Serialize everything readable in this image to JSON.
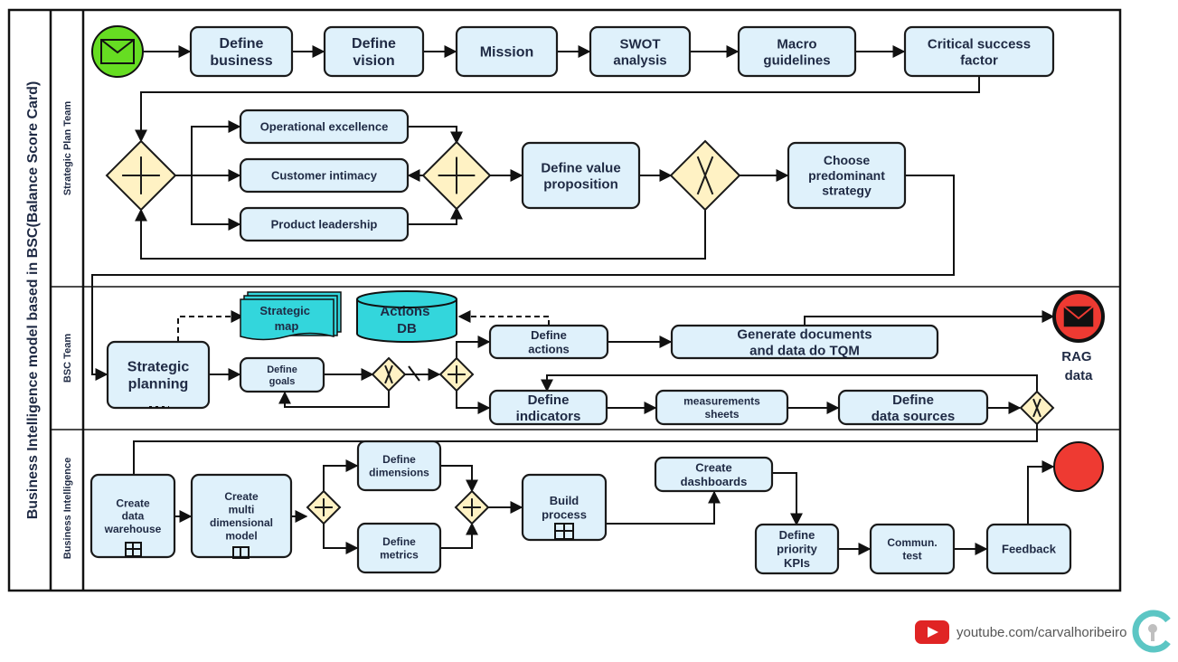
{
  "pool": {
    "title": "Business Intelligence model based in BSC(Balance Score Card)"
  },
  "lanes": {
    "strategic": "Strategic Plan Team",
    "bsc": "BSC Team",
    "bi": "Business Intelligence"
  },
  "tasks": {
    "define_business": [
      "Define",
      "business"
    ],
    "define_vision": [
      "Define",
      "vision"
    ],
    "mission": [
      "Mission"
    ],
    "swot": [
      "SWOT",
      "analysis"
    ],
    "macro": [
      "Macro",
      "guidelines"
    ],
    "critical": [
      "Critical success",
      "factor"
    ],
    "op_excellence": [
      "Operational excellence"
    ],
    "cust_intimacy": [
      "Customer intimacy"
    ],
    "prod_leadership": [
      "Product leadership"
    ],
    "value_prop": [
      "Define value",
      "proposition"
    ],
    "choose_strategy": [
      "Choose",
      "predominant",
      "strategy"
    ],
    "strategic_planning": [
      "Strategic",
      "planning"
    ],
    "define_goals": [
      "Define",
      "goals"
    ],
    "define_actions": [
      "Define",
      "actions"
    ],
    "generate_docs": [
      "Generate documents",
      "and data do TQM"
    ],
    "define_indicators": [
      "Define",
      "indicators"
    ],
    "measurements": [
      "measurements",
      "sheets"
    ],
    "data_sources": [
      "Define",
      "data sources"
    ],
    "create_dw": [
      "Create",
      "data",
      "warehouse"
    ],
    "create_mdm": [
      "Create",
      "multi",
      "dimensional",
      "model"
    ],
    "define_dimensions": [
      "Define",
      "dimensions"
    ],
    "define_metrics": [
      "Define",
      "metrics"
    ],
    "build_process": [
      "Build",
      "process"
    ],
    "create_dashboards": [
      "Create",
      "dashboards"
    ],
    "priority_kpis": [
      "Define",
      "priority",
      "KPIs"
    ],
    "commun_test": [
      "Commun.",
      "test"
    ],
    "feedback": [
      "Feedback"
    ]
  },
  "artifacts": {
    "strategic_map": [
      "Strategic",
      "map"
    ],
    "actions_db": [
      "Actions",
      "DB"
    ]
  },
  "events": {
    "rag_data": [
      "RAG",
      "data"
    ]
  },
  "colors": {
    "task_fill": "#dff1fb",
    "gateway_fill": "#fff2c4",
    "start_event": "#66dd22",
    "end_event": "#ee3a32",
    "artifact_fill": "#33d6dc"
  },
  "footer": {
    "channel": "youtube.com/carvalhoribeiro"
  }
}
